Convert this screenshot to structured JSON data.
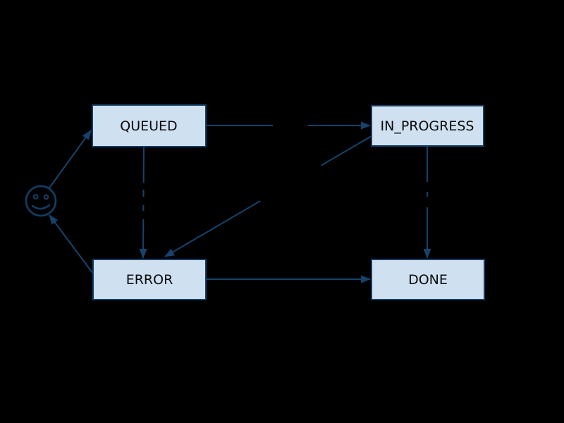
{
  "diagram": {
    "type": "state-machine",
    "background_color": "#000000",
    "node_fill_color": "#cfe0f1",
    "node_border_color": "#123e66",
    "edge_color": "#16436c",
    "node_text_color": "#0a0a0a",
    "nodes": [
      {
        "id": "initial",
        "shape": "smiley-face",
        "label": ""
      },
      {
        "id": "queued",
        "shape": "rect",
        "label": "QUEUED"
      },
      {
        "id": "in_progress",
        "shape": "rect",
        "label": "IN_PROGRESS"
      },
      {
        "id": "error",
        "shape": "rect",
        "label": "ERROR"
      },
      {
        "id": "done",
        "shape": "rect",
        "label": "DONE"
      }
    ],
    "edges": [
      {
        "from": "initial",
        "to": "queued"
      },
      {
        "from": "queued",
        "to": "in_progress",
        "label_obscured": true
      },
      {
        "from": "queued",
        "to": "error",
        "label_obscured": true
      },
      {
        "from": "in_progress",
        "to": "error",
        "label_obscured": true
      },
      {
        "from": "in_progress",
        "to": "done",
        "label_obscured": true
      },
      {
        "from": "error",
        "to": "done"
      },
      {
        "from": "error",
        "to": "initial"
      }
    ]
  }
}
